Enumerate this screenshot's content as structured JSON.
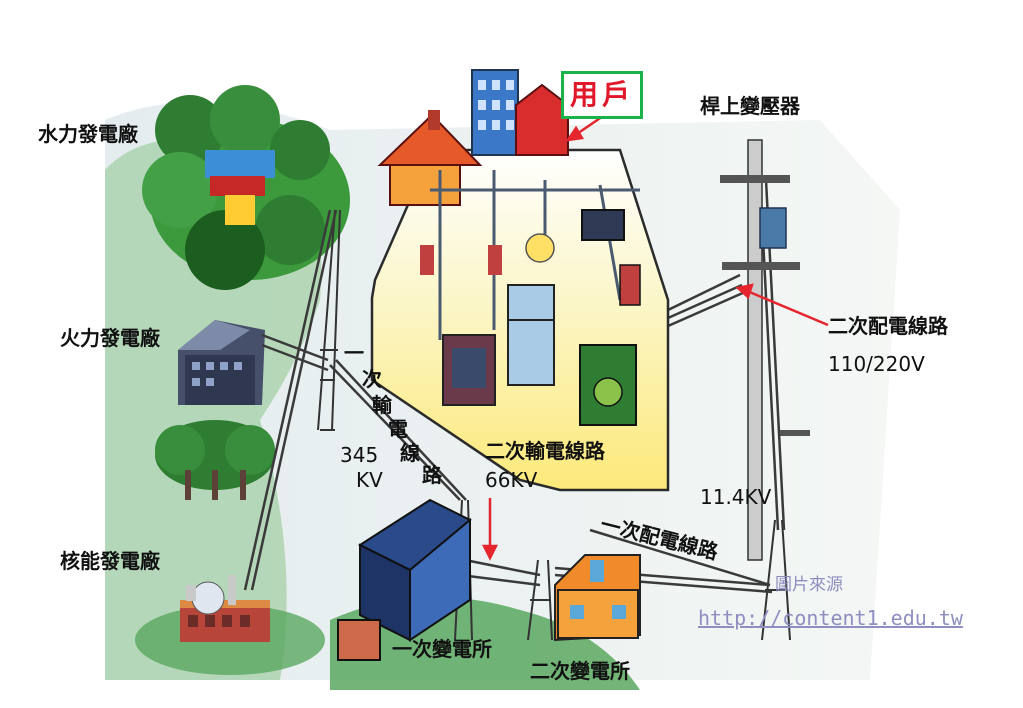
{
  "labels": {
    "hydro": "水力發電廠",
    "thermal": "火力發電廠",
    "nuclear": "核能發電廠",
    "user": "用戶",
    "pole_transformer": "桿上變壓器",
    "sec_dist": "二次配電線路",
    "sec_dist_v": "110/220V",
    "pri_trans_345": "345",
    "pri_trans_kv": "KV",
    "sec_trans": "二次輸電線路",
    "sec_trans_v": "66KV",
    "pri_dist_v": "11.4KV",
    "pri_dist": "一次配電線路",
    "pri_sub": "一次變電所",
    "sec_sub": "二次變電所",
    "source_label": "圖片來源",
    "source_url": "http://content1.edu.tw"
  },
  "vertical": {
    "pri_trans": [
      "一",
      "次",
      "輸",
      "電",
      "線",
      "路"
    ]
  },
  "colors": {
    "foliage": "#3a8f3a",
    "ground_green": "#5aa860",
    "house_fill": "#fbf6c0",
    "house_edge": "#2b2b2b",
    "red_arrow": "#e5262f",
    "user_border": "#19b34a",
    "user_text": "#e0182a"
  }
}
